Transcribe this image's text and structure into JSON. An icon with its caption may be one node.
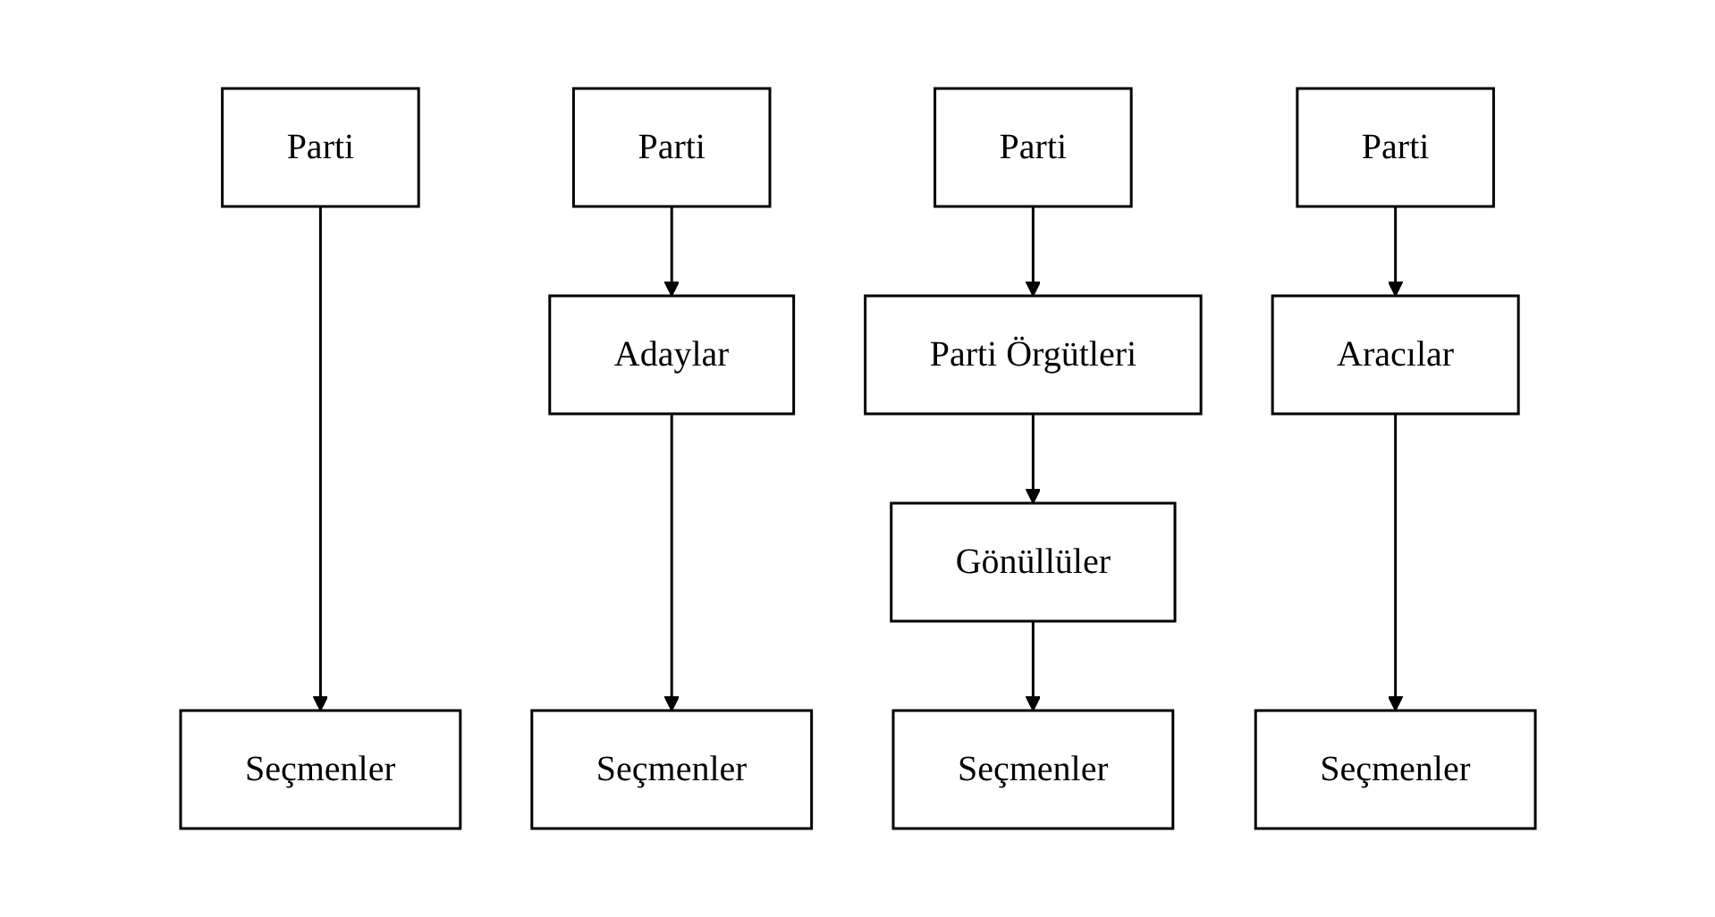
{
  "diagram": {
    "nodes": [
      {
        "text": [
          "Parti"
        ]
      },
      {
        "text": [
          "Parti"
        ]
      },
      {
        "text": [
          "Parti"
        ]
      },
      {
        "text": [
          "Parti"
        ]
      },
      {
        "text": [
          "Adaylar"
        ]
      },
      {
        "text": [
          "Parti Örgütleri"
        ]
      },
      {
        "text": [
          "Aracılar"
        ]
      },
      {
        "text": [
          "Gönüllüler"
        ]
      },
      {
        "text": [
          "Seçmenler"
        ]
      },
      {
        "text": [
          "Seçmenler"
        ]
      },
      {
        "text": [
          "Seçmenler"
        ]
      },
      {
        "text": [
          "Seçmenler"
        ]
      }
    ],
    "edges": [
      {
        "from": 0,
        "to": 8,
        "arrow": "to"
      },
      {
        "from": 1,
        "to": 4,
        "arrow": "to"
      },
      {
        "from": 4,
        "to": 9,
        "arrow": "to"
      },
      {
        "from": 2,
        "to": 5,
        "arrow": "to"
      },
      {
        "from": 5,
        "to": 7,
        "arrow": "to"
      },
      {
        "from": 7,
        "to": 10,
        "arrow": "to"
      },
      {
        "from": 3,
        "to": 6,
        "arrow": "to"
      },
      {
        "from": 6,
        "to": 11,
        "arrow": "to"
      }
    ]
  }
}
